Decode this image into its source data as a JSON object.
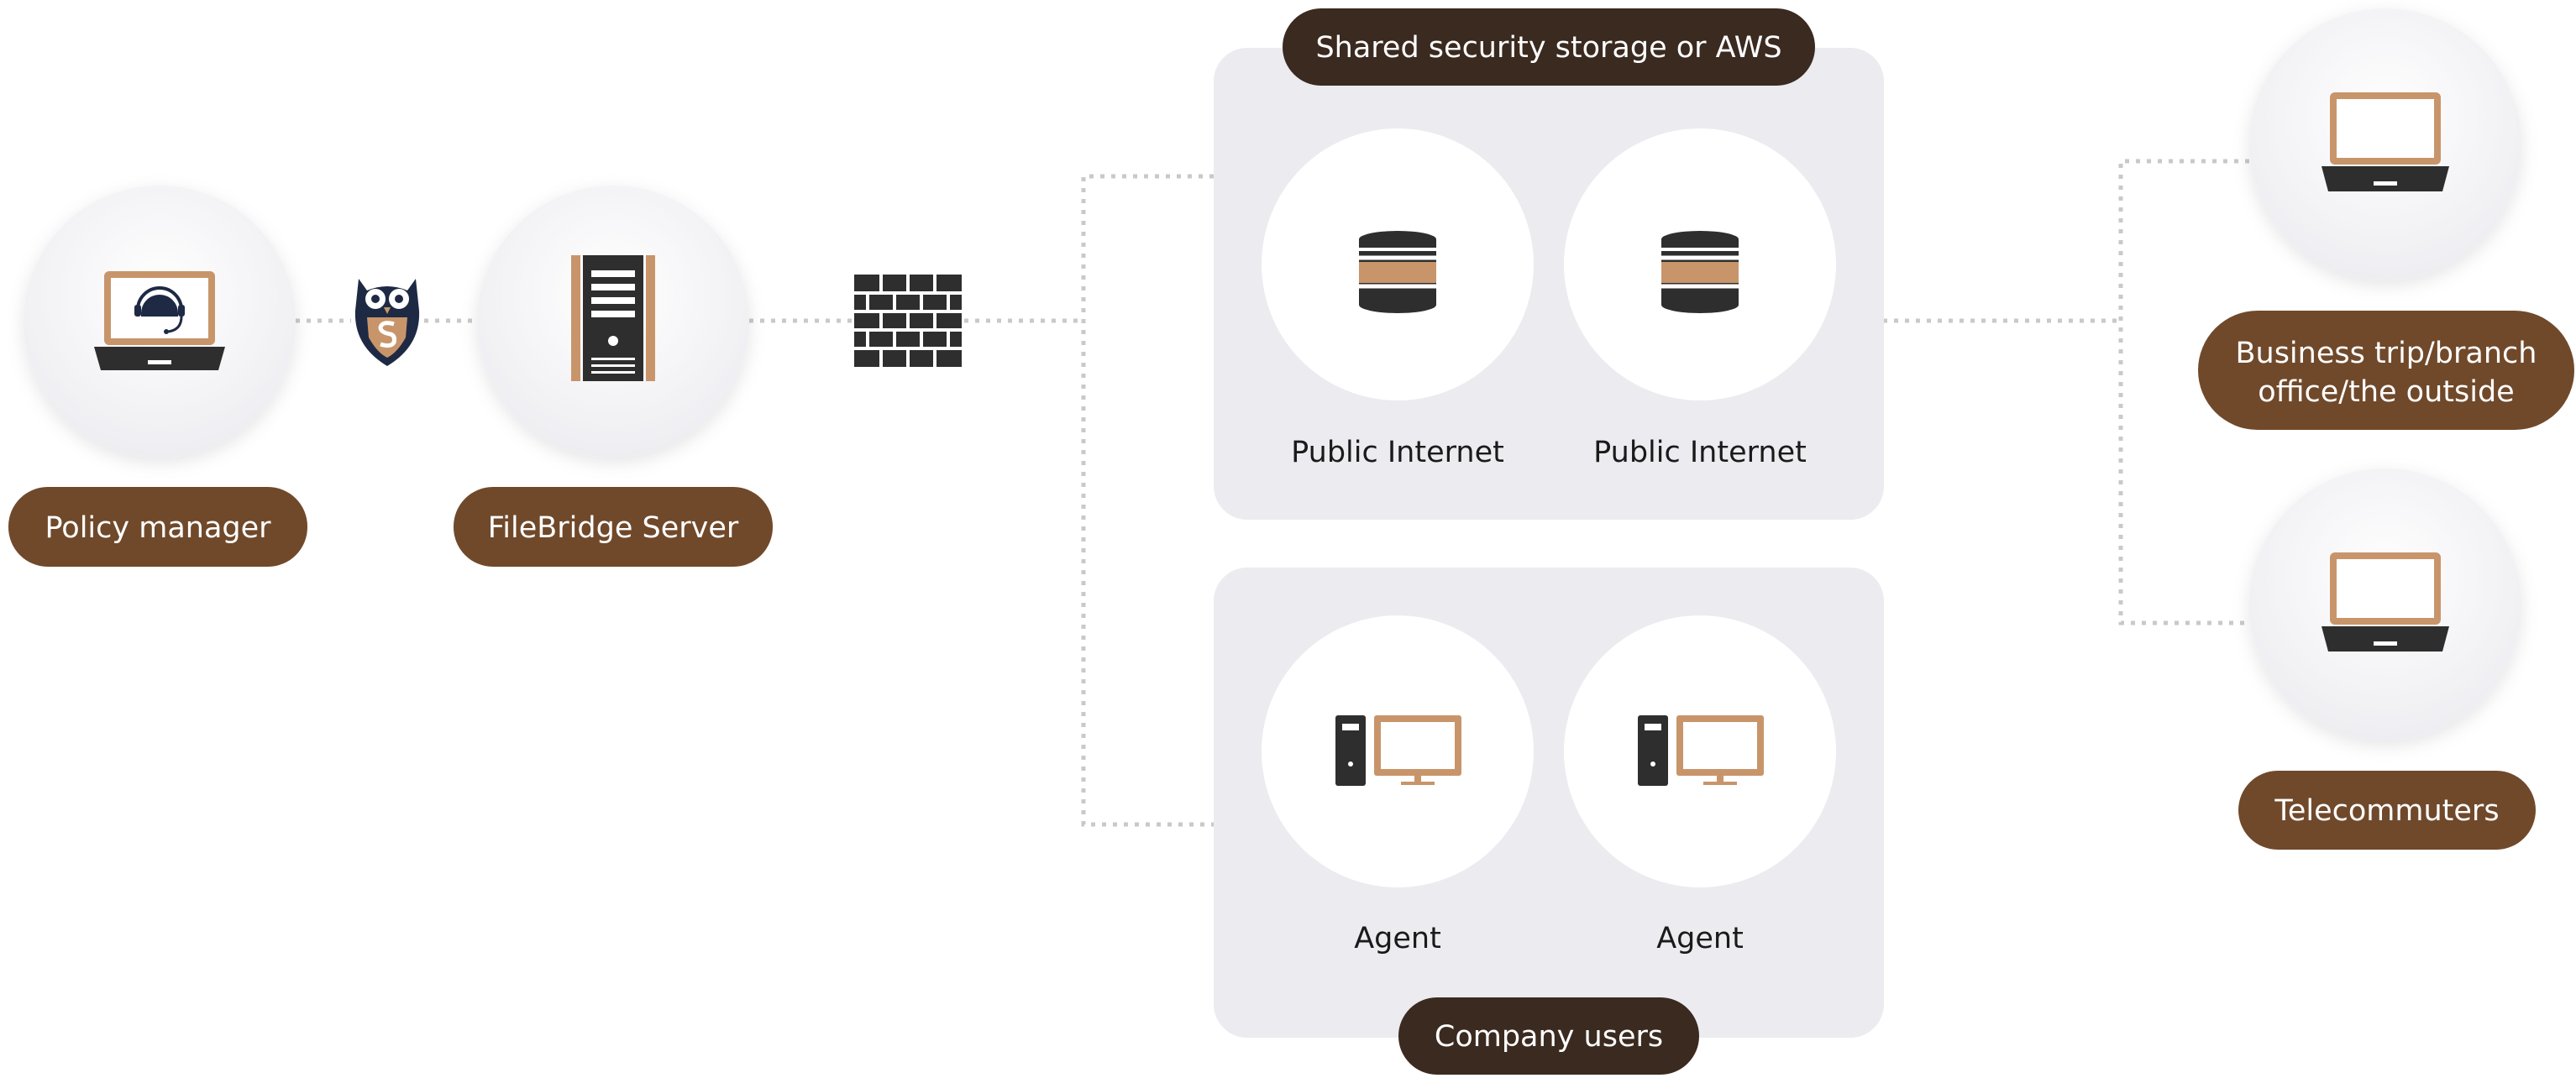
{
  "colors": {
    "pill_brown": "#70492b",
    "pill_dark": "#3a2a20",
    "panel_bg": "#ebebf0",
    "circle_bg": "#ffffff",
    "icon_dark": "#2e2e2e",
    "icon_tan": "#c8956a",
    "owl_navy": "#1e2a44",
    "connector": "#c9c9c9"
  },
  "nodes": {
    "policy_manager": {
      "label": "Policy manager",
      "icon": "laptop-headset-icon"
    },
    "filebridge_server": {
      "label": "FileBridge Server",
      "icon": "server-tower-icon"
    },
    "owl_shield": {
      "icon": "owl-shield-icon"
    },
    "firewall": {
      "icon": "firewall-icon"
    }
  },
  "storage_panel": {
    "title": "Shared security storage or AWS",
    "items": [
      {
        "label": "Public Internet",
        "icon": "database-icon"
      },
      {
        "label": "Public Internet",
        "icon": "database-icon"
      }
    ]
  },
  "company_panel": {
    "title": "Company users",
    "items": [
      {
        "label": "Agent",
        "icon": "desktop-pc-icon"
      },
      {
        "label": "Agent",
        "icon": "desktop-pc-icon"
      }
    ]
  },
  "remote": {
    "business_trip": {
      "line1": "Business trip/branch",
      "line2": "office/the outside",
      "icon": "laptop-icon"
    },
    "telecommuters": {
      "label": "Telecommuters",
      "icon": "laptop-icon"
    }
  }
}
